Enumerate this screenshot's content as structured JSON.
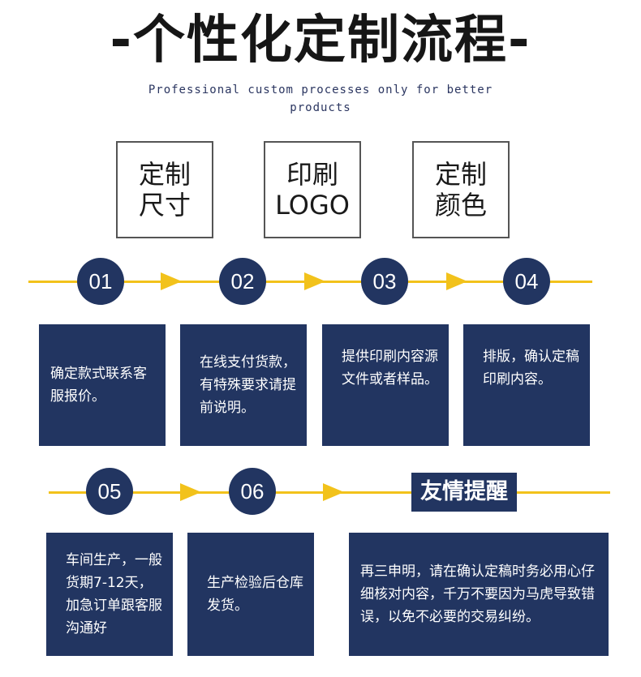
{
  "header": {
    "title": "-个性化定制流程-",
    "subtitle": "Professional custom processes only for better products"
  },
  "options": [
    {
      "line1": "定制",
      "line2": "尺寸"
    },
    {
      "line1": "印刷",
      "line2": "LOGO"
    },
    {
      "line1": "定制",
      "line2": "颜色"
    }
  ],
  "steps": [
    {
      "number": "01",
      "text": "确定款式联系客服报价。"
    },
    {
      "number": "02",
      "text": "在线支付货款，有特殊要求请提前说明。"
    },
    {
      "number": "03",
      "text": "提供印刷内容源文件或者样品。"
    },
    {
      "number": "04",
      "text": "排版，确认定稿印刷内容。"
    },
    {
      "number": "05",
      "text": "车间生产，一般货期7-12天，加急订单跟客服沟通好"
    },
    {
      "number": "06",
      "text": "生产检验后仓库发货。"
    }
  ],
  "reminder": {
    "label": "友情提醒",
    "text": "再三申明，请在确认定稿时务必用心仔细核对内容，千万不要因为马虎导致错误，以免不必要的交易纠纷。"
  },
  "colors": {
    "navy": "#223561",
    "yellow": "#f2c21b"
  }
}
